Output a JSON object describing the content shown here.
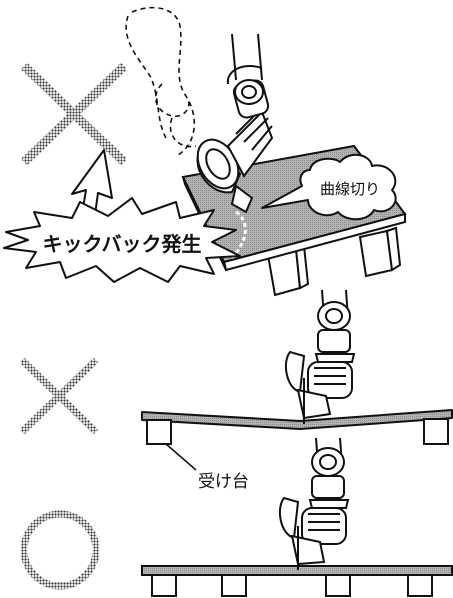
{
  "labels": {
    "curve_cut": "曲線切り",
    "kickback": "キックバック発生",
    "support": "受け台"
  },
  "marks": {
    "top_symbol": "wrong-cross",
    "middle_symbol": "wrong-cross",
    "bottom_symbol": "correct-circle"
  },
  "colors": {
    "ink": "#111111",
    "board_fill": "#aaaaaa",
    "symbol_ink": "#4a4a4a",
    "paper": "#ffffff"
  }
}
